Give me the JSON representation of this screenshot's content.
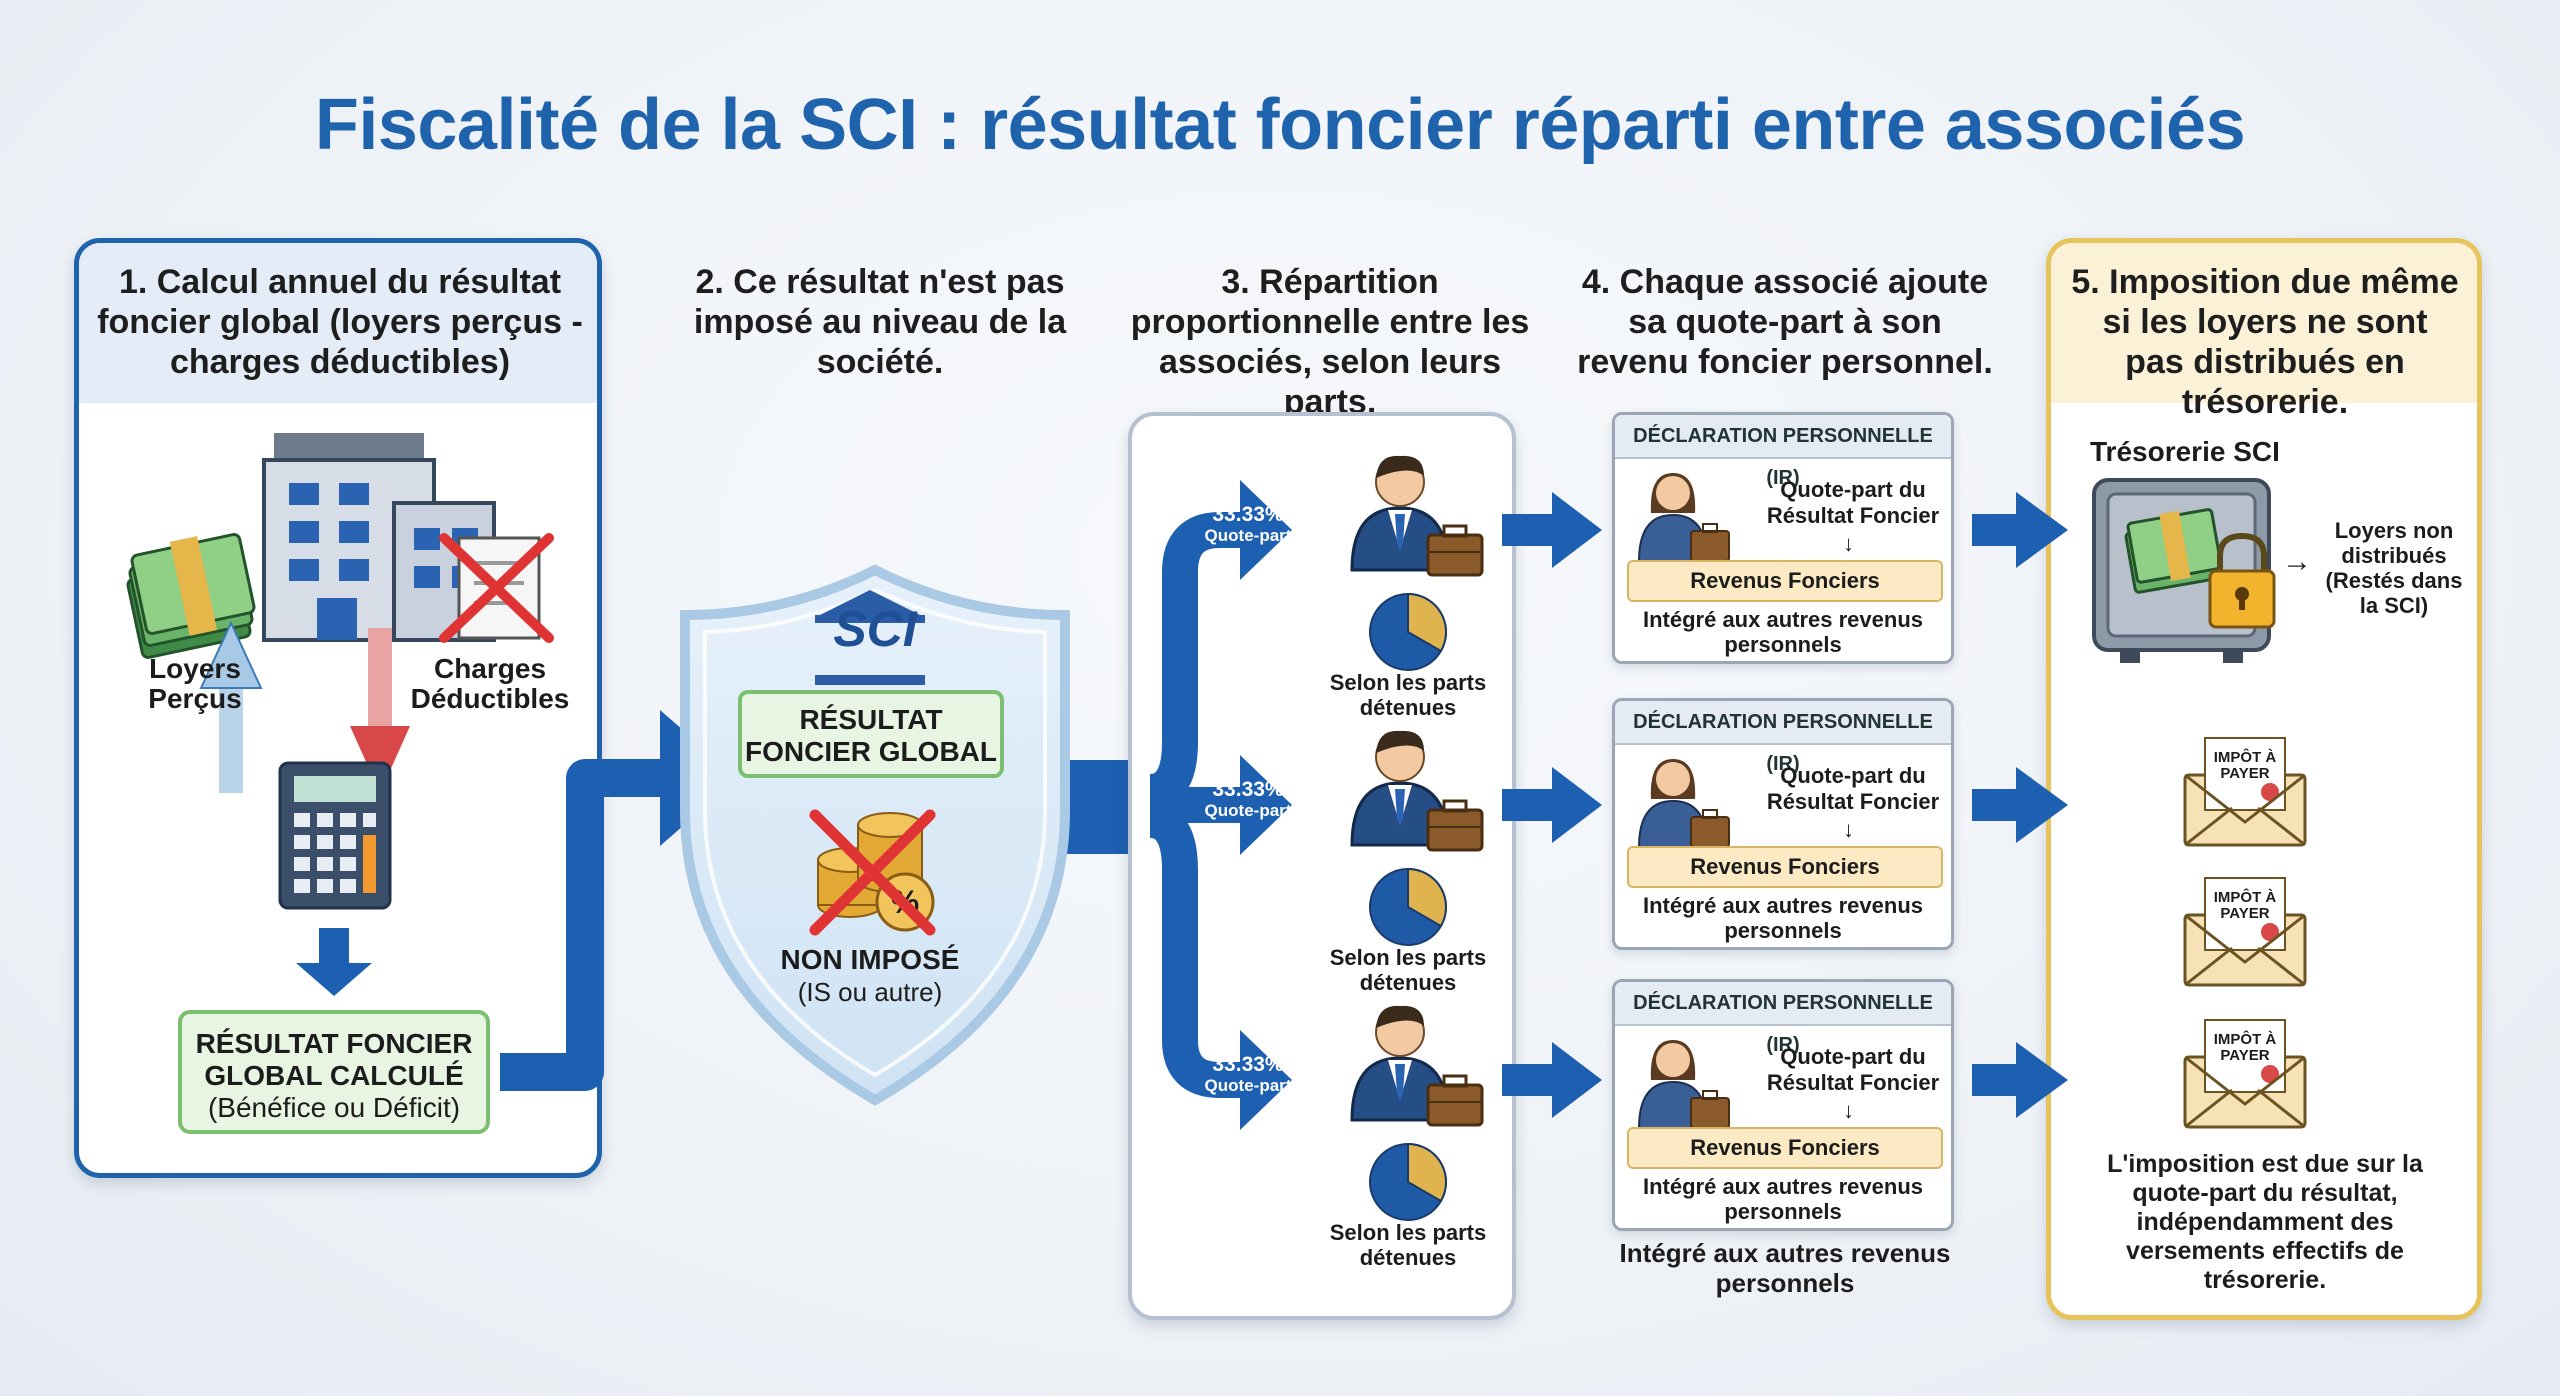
{
  "title": "Fiscalité de la SCI : résultat foncier réparti entre associés",
  "steps": [
    {
      "label": "1. Calcul annuel du résultat foncier global (loyers perçus - charges déductibles)"
    },
    {
      "label": "2. Ce résultat n'est pas imposé au niveau de la société."
    },
    {
      "label": "3. Répartition proportionnelle entre les associés, selon leurs parts."
    },
    {
      "label": "4. Chaque associé ajoute sa quote-part à son revenu foncier personnel."
    },
    {
      "label": "5. Imposition due même si les loyers ne sont pas distribués en trésorerie."
    }
  ],
  "step1": {
    "loyers": "Loyers Perçus",
    "charges": "Charges Déductibles",
    "result_title": "RÉSULTAT FONCIER GLOBAL CALCULÉ",
    "result_sub": "(Bénéfice ou Déficit)"
  },
  "step2": {
    "sci": "SCI",
    "box": "RÉSULTAT FONCIER GLOBAL",
    "non_impose": "NON IMPOSÉ",
    "non_impose_sub": "(IS ou autre)"
  },
  "associates": [
    {
      "pct": "33.33%",
      "quote": "Quote-part",
      "parts": "Selon les parts détenues",
      "share": 0.3333
    },
    {
      "pct": "33.33%",
      "quote": "Quote-part",
      "parts": "Selon les parts détenues",
      "share": 0.3333
    },
    {
      "pct": "33.33%",
      "quote": "Quote-part",
      "parts": "Selon les parts détenues",
      "share": 0.3333
    }
  ],
  "declaration": {
    "header": "DÉCLARATION PERSONNELLE (IR)",
    "quote": "Quote-part du Résultat Foncier",
    "arrow": "↓",
    "revenus": "Revenus Fonciers",
    "integre": "Intégré aux autres revenus personnels"
  },
  "step4_footer": "Intégré aux autres revenus personnels",
  "step5": {
    "tresorerie": "Trésorerie SCI",
    "loyers_non": "Loyers non distribués (Restés dans la SCI)",
    "impot": "IMPÔT À PAYER",
    "footer": "L'imposition est due sur la quote-part du résultat, indépendamment des versements effectifs de trésorerie."
  },
  "colors": {
    "title_blue": "#1f63ad",
    "arrow_blue": "#1d5fb0",
    "green": "#7cbf72",
    "gold": "#e6c35c",
    "pie_blue": "#1f5aa6",
    "pie_gold": "#dfb44e"
  }
}
